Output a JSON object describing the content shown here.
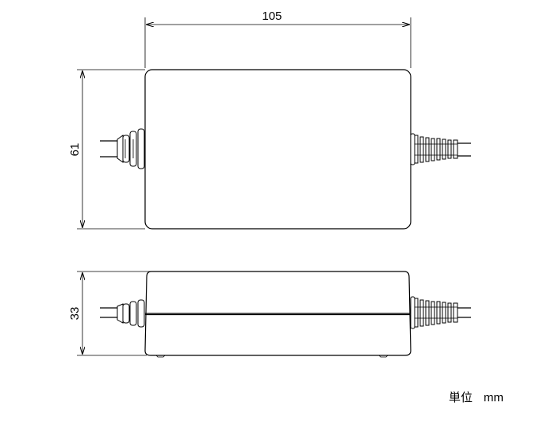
{
  "dimensions": {
    "length": "105",
    "width": "61",
    "height": "33"
  },
  "unit": {
    "label": "単位",
    "value": "mm"
  }
}
